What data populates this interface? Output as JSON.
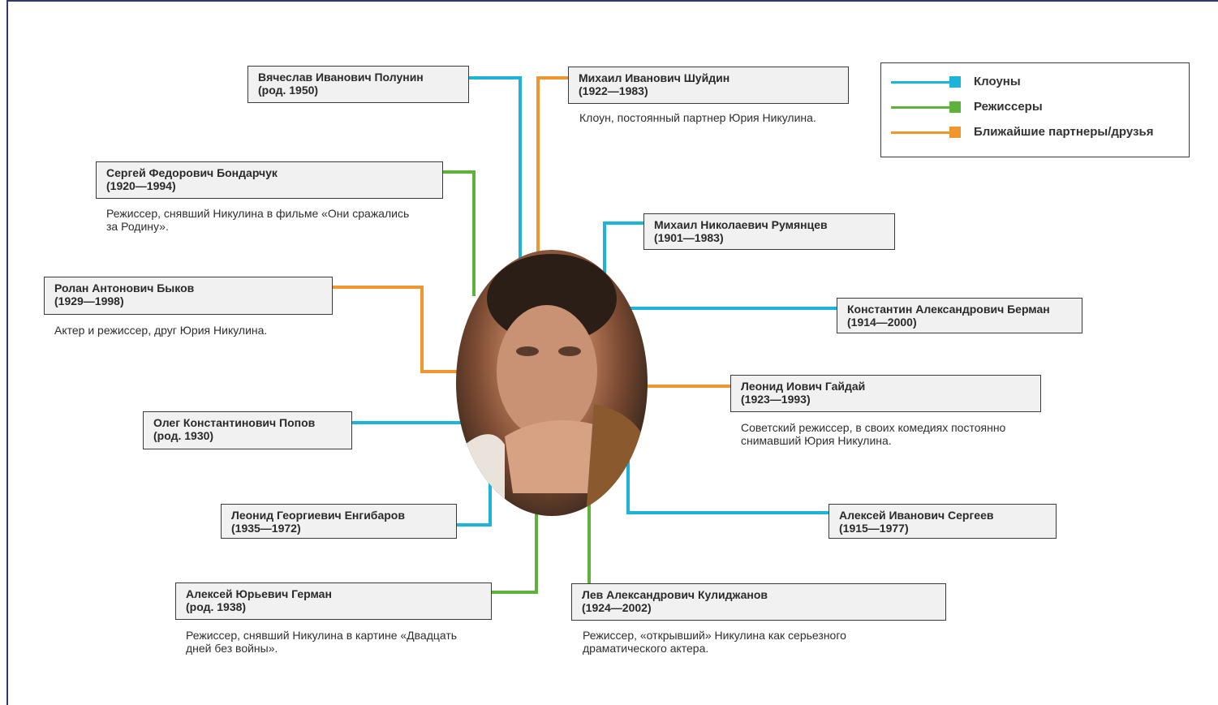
{
  "colors": {
    "clowns": "#1eb3d8",
    "directors": "#5db33a",
    "friends": "#f0962f"
  },
  "legend": {
    "items": [
      {
        "label": "Клоуны",
        "color": "#1eb3d8"
      },
      {
        "label": "Режиссеры",
        "color": "#5db33a"
      },
      {
        "label": "Ближайшие партнеры/друзья",
        "color": "#f0962f"
      }
    ]
  },
  "center": {
    "icon": "portrait-photo"
  },
  "people": {
    "polunin": {
      "name": "Вячеслав Иванович Полунин",
      "years": "(род. 1950)",
      "group": "clowns"
    },
    "shuydin": {
      "name": "Михаил Иванович Шуйдин",
      "years": "(1922—1983)",
      "group": "friends",
      "desc": "Клоун, постоянный партнер Юрия Никулина."
    },
    "bondarchuk": {
      "name": "Сергей Федорович Бондарчук",
      "years": "(1920—1994)",
      "group": "directors",
      "desc1": "Режиссер, снявший Никулина в фильме «Они сражались",
      "desc2": "за Родину»."
    },
    "rumyantsev": {
      "name": "Михаил Николаевич Румянцев",
      "years": "(1901—1983)",
      "group": "clowns"
    },
    "bykov": {
      "name": "Ролан Антонович Быков",
      "years": "(1929—1998)",
      "group": "friends",
      "desc": "Актер и режиссер, друг Юрия Никулина."
    },
    "berman": {
      "name": "Константин Александрович Берман",
      "years": "(1914—2000)",
      "group": "clowns"
    },
    "gaidai": {
      "name": "Леонид Иович Гайдай",
      "years": "(1923—1993)",
      "group": "friends",
      "desc1": "Советский режиссер, в своих комедиях постоянно",
      "desc2": "снимавший Юрия Никулина."
    },
    "popov": {
      "name": "Олег Константинович Попов",
      "years": "(род. 1930)",
      "group": "clowns"
    },
    "engibarov": {
      "name": "Леонид Георгиевич Енгибаров",
      "years": "(1935—1972)",
      "group": "clowns"
    },
    "sergeev": {
      "name": "Алексей Иванович Сергеев",
      "years": "(1915—1977)",
      "group": "clowns"
    },
    "german": {
      "name": "Алексей Юрьевич Герман",
      "years": "(род. 1938)",
      "group": "directors",
      "desc1": "Режиссер, снявший Никулина в картине «Двадцать",
      "desc2": "дней без войны»."
    },
    "kulidzhanov": {
      "name": "Лев Александрович Кулиджанов",
      "years": "(1924—2002)",
      "group": "directors",
      "desc1": "Режиссер, «открывший» Никулина как серьезного",
      "desc2": "драматического актера."
    }
  }
}
